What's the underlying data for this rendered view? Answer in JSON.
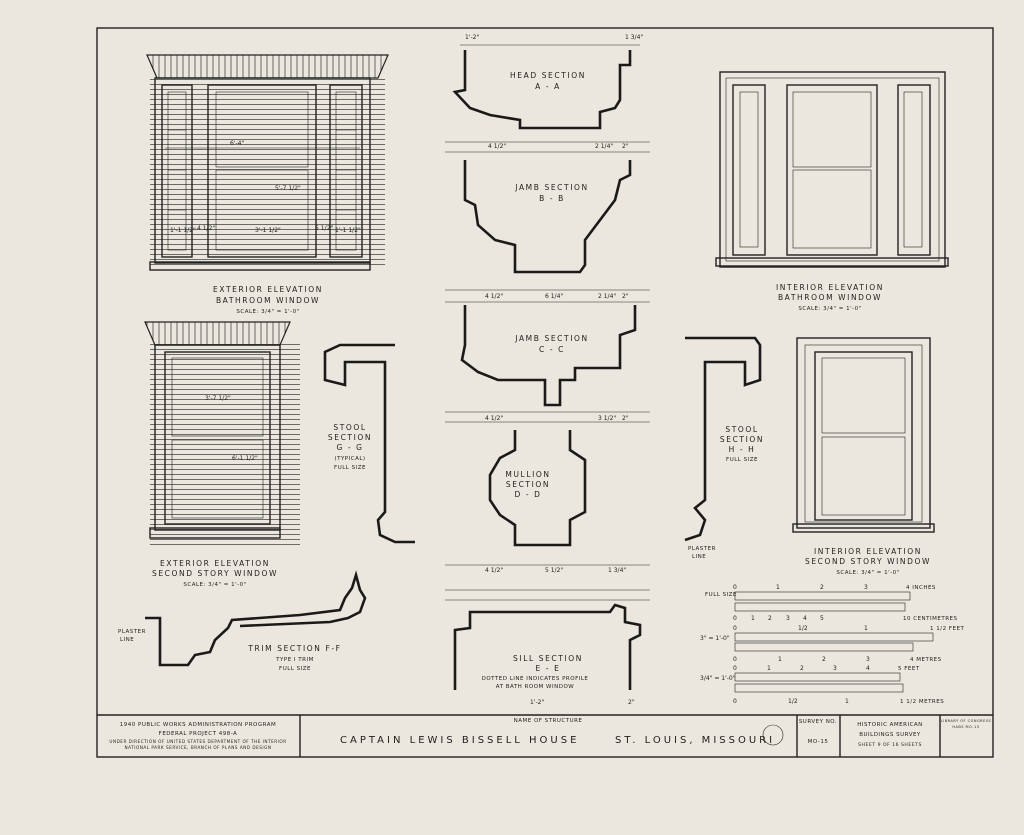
{
  "drawings": {
    "ext_bath": {
      "l1": "EXTERIOR  ELEVATION",
      "l2": "BATHROOM  WINDOW",
      "l3": "SCALE: 3/4\" = 1'-0\"",
      "dims": [
        "6'-4\"",
        "5'-7 1/2\"",
        "3'-1 1/2\"",
        "1'-1 1/2\"",
        "1'-1 1/2\"",
        "4 1/2\"",
        "5 1/2\""
      ]
    },
    "ext_second": {
      "l1": "EXTERIOR  ELEVATION",
      "l2": "SECOND  STORY  WINDOW",
      "l3": "SCALE: 3/4\" = 1'-0\"",
      "dims": [
        "3'-7 1/2\"",
        "6'-1 1/2\""
      ]
    },
    "int_bath": {
      "l1": "INTERIOR  ELEVATION",
      "l2": "BATHROOM  WINDOW",
      "l3": "SCALE: 3/4\" = 1'-0\""
    },
    "int_second": {
      "l1": "INTERIOR  ELEVATION",
      "l2": "SECOND  STORY  WINDOW",
      "l3": "SCALE: 3/4\" = 1'-0\""
    },
    "head": {
      "l1": "HEAD  SECTION",
      "l2": "A - A",
      "dims": [
        "1'-2\"",
        "1 3/4\"",
        "4 1/2\"",
        "2 1/4\"",
        "2\""
      ]
    },
    "jamb_bb": {
      "l1": "JAMB  SECTION",
      "l2": "B - B",
      "dims": [
        "4 1/2\"",
        "6 1/4\"",
        "2 1/4\"",
        "2\""
      ]
    },
    "jamb_cc": {
      "l1": "JAMB  SECTION",
      "l2": "C - C",
      "dims": [
        "4 1/2\"",
        "3 1/2\"",
        "2\""
      ]
    },
    "mullion": {
      "l1": "MULLION",
      "l2": "SECTION",
      "l3": "D - D",
      "dims": [
        "4 1/2\"",
        "5 1/2\"",
        "1 3/4\""
      ]
    },
    "sill": {
      "l1": "SILL  SECTION",
      "l2": "E - E",
      "l3": "DOTTED LINE INDICATES PROFILE",
      "l4": "AT BATH ROOM WINDOW",
      "dims": [
        "1'-2\"",
        "2\""
      ]
    },
    "stool_gg": {
      "l1": "STOOL",
      "l2": "SECTION",
      "l3": "G - G",
      "l4": "(TYPICAL)",
      "l5": "FULL SIZE"
    },
    "stool_hh": {
      "l1": "STOOL",
      "l2": "SECTION",
      "l3": "H - H",
      "l4": "FULL SIZE",
      "plaster1": "PLASTER",
      "plaster2": "LINE"
    },
    "trim": {
      "l1": "TRIM  SECTION  F-F",
      "l2": "TYPE  I  TRIM",
      "l3": "FULL  SIZE",
      "plaster1": "PLASTER",
      "plaster2": "LINE"
    }
  },
  "scales": {
    "full_size": "FULL SIZE",
    "inches": [
      "0",
      "1",
      "2",
      "3",
      "4  INCHES"
    ],
    "cm": [
      "0",
      "1",
      "2",
      "3",
      "4",
      "5",
      "10  CENTIMETRES"
    ],
    "s3_label": "3\" = 1'-0\"",
    "s3_feet": [
      "0",
      "1/2",
      "1",
      "1 1/2  FEET"
    ],
    "s3_m": [
      "0",
      "1",
      "2",
      "3",
      "4  METRES"
    ],
    "s34_label": "3/4\" = 1'-0\"",
    "s34_feet": [
      "0",
      "1",
      "2",
      "3",
      "4",
      "5  FEET"
    ],
    "s34_m": [
      "0",
      "1/2",
      "1",
      "1 1/2  METRES"
    ]
  },
  "title_block": {
    "program": "1940 PUBLIC WORKS ADMINISTRATION PROGRAM",
    "project": "FEDERAL  PROJECT  498-A",
    "direction1": "UNDER DIRECTION OF UNITED STATES DEPARTMENT OF THE INTERIOR",
    "direction2": "NATIONAL PARK SERVICE, BRANCH OF PLANS AND DESIGN",
    "name_label": "NAME OF STRUCTURE",
    "name": "CAPTAIN   LEWIS   BISSELL   HOUSE",
    "location": "ST. LOUIS,   MISSOURI",
    "survey_label": "SURVEY NO.",
    "survey_no": "MO-15",
    "habs1": "HISTORIC AMERICAN",
    "habs2": "BUILDINGS SURVEY",
    "sheet": "SHEET 9 OF 16 SHEETS",
    "loc1": "LIBRARY OF CONGRESS",
    "loc2": "HABS MO-15"
  }
}
